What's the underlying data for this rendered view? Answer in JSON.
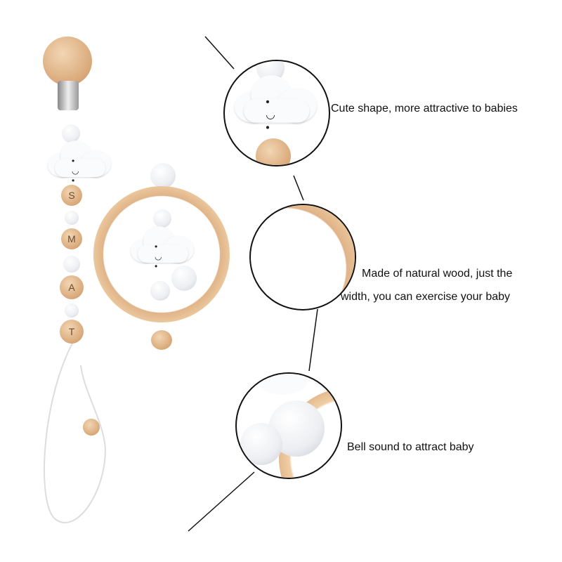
{
  "bead_letters": [
    "S",
    "M",
    "A",
    "T"
  ],
  "captions": {
    "shape": "Cute shape, more attractive to babies",
    "wood_line1": "Made of natural wood, just the",
    "wood_line2": "width, you can exercise your baby",
    "bell": "Bell sound to attract baby"
  },
  "colors": {
    "wood": "#d9a878",
    "bead": "#eceef2",
    "line": "#111111"
  }
}
